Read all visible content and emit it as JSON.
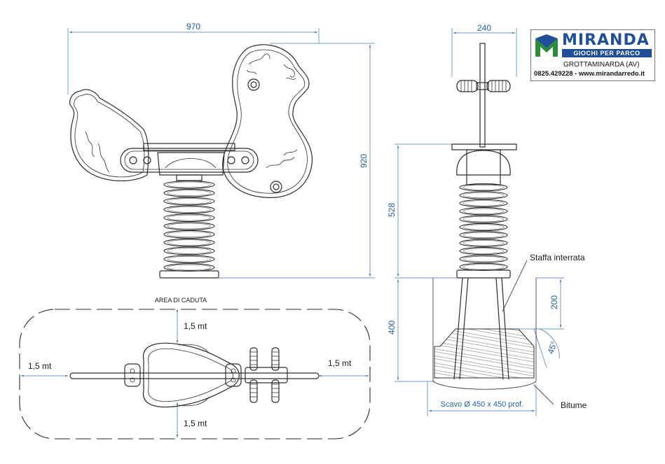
{
  "colors": {
    "dimension": "#1f5fa8",
    "line": "#2b2b2b",
    "brand_green": "#2e8b3a",
    "brand_blue": "#1f4f99"
  },
  "logo": {
    "name": "MIRANDA",
    "tagline": "GIOCHI PER PARCO",
    "city": "GROTTAMINARDA (AV)",
    "contact": "0825.429228 - www.mirandarredo.it",
    "icon": "miranda-m-logo-icon"
  },
  "front_view": {
    "width_dim": "970",
    "height_dim": "920"
  },
  "side_view": {
    "width_dim": "240",
    "seat_height_dim": "528",
    "foundation_depth_dim": "400",
    "bracket_depth_dim": "200",
    "angle": "45°",
    "label_bracket": "Staffa interrata",
    "label_bitumen": "Bitume",
    "label_excavation": "Scavo Ø 450 x 450 prof."
  },
  "plan_view": {
    "area_label": "AREA DI CADUTA",
    "clearance_top": "1,5 mt",
    "clearance_left": "1,5 mt",
    "clearance_right": "1,5 mt",
    "clearance_bottom": "1,5 mt"
  }
}
